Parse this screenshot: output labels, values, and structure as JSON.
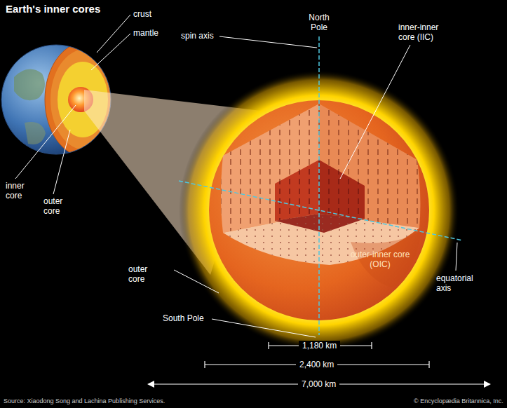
{
  "diagram": {
    "title": "Earth's inner cores",
    "labels": [
      "crust",
      "mantle",
      "North Pole",
      "spin axis",
      "inner-inner core (IIC)",
      "inner core",
      "outer core",
      "outer-inner core (OIC)",
      "outer core",
      "equatorial axis",
      "South Pole",
      "1,180 km",
      "2,400 km",
      "7,000 km",
      "Source: Xiaodong Song and Lachina Publishing Services.",
      "© Encyclopædia Britannica, Inc."
    ]
  }
}
